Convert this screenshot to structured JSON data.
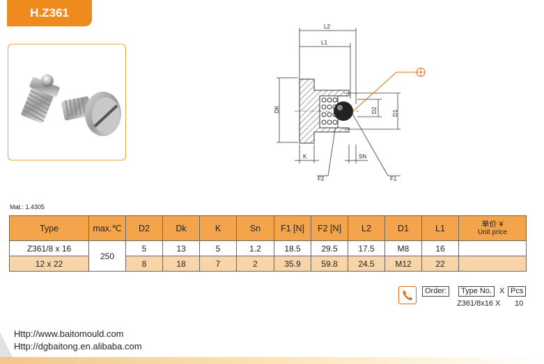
{
  "header": {
    "title": "H.Z361"
  },
  "drawing": {
    "labels": {
      "l2": "L2",
      "l1": "L1",
      "dk": "DK",
      "d2": "D2",
      "d1": "D1",
      "k": "K",
      "sn": "SN",
      "f2": "F2",
      "f1": "F1"
    }
  },
  "material": "Mat.: 1.4305",
  "table": {
    "headers": {
      "type": "Type",
      "maxc": "max.℃",
      "d2": "D2",
      "dk": "Dk",
      "k": "K",
      "sn": "Sn",
      "f1": "F1 [N]",
      "f2": "F2 [N]",
      "l2": "L2",
      "d1": "D1",
      "l1": "L1",
      "unit_price_zh": "单价 ¥",
      "unit_price_en": "Unit price"
    },
    "max_temp": "250",
    "rows": [
      {
        "type": "Z361/8 x 16",
        "d2": "5",
        "dk": "13",
        "k": "5",
        "sn": "1.2",
        "f1": "18.5",
        "f2": "29.5",
        "l2": "17.5",
        "d1": "M8",
        "l1": "16",
        "price": ""
      },
      {
        "type": "12 x 22",
        "d2": "8",
        "dk": "18",
        "k": "7",
        "sn": "2",
        "f1": "35.9",
        "f2": "59.8",
        "l2": "24.5",
        "d1": "M12",
        "l1": "22",
        "price": ""
      }
    ]
  },
  "order": {
    "label": "Order:",
    "type_no": "Type No.",
    "x": "X",
    "pcs": "Pcs",
    "example": "Z361/8x16 X",
    "qty": "10"
  },
  "footer": {
    "url1": "Http://www.baitomould.com",
    "url2": "Http://dgbaitong.en.alibaba.com"
  },
  "colors": {
    "accent": "#ef8a1f",
    "table_header": "#f4a44a",
    "row_alt": "#f8d5a8"
  }
}
